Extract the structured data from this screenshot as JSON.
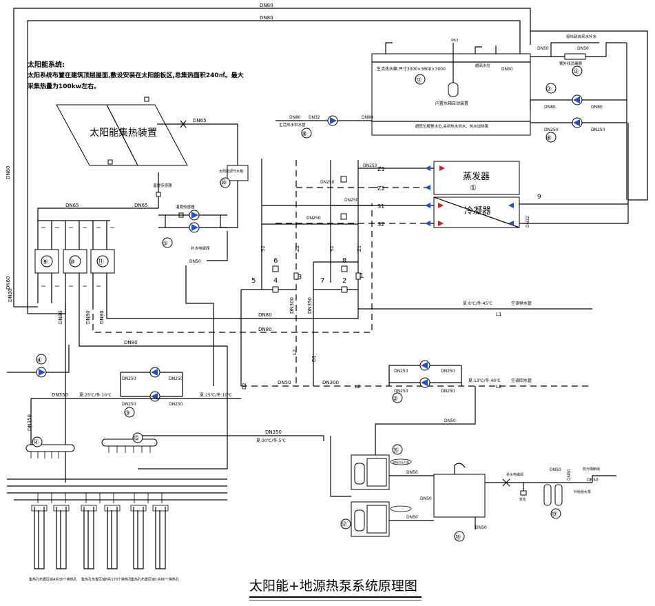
{
  "title": "太阳能+地源热泵系统原理图",
  "solar_note": {
    "heading": "太阳能系统:",
    "line1": "太阳系统布置在建筑顶层屋面,敷设安装在太阳能板区,总集热面积240㎡。最大",
    "line2": "采集热量为100kw左右。"
  },
  "solar_collector": {
    "label": "太阳能集热装置"
  },
  "tank": {
    "label": "生活热水箱 尺寸3000×3600×3000",
    "heater": "内置水箱自动装置",
    "bottom_note": "超低位报警水位,关闭热水供水、热水加热泵",
    "supply_label": "生活热水供水管",
    "top_label": "超高水位",
    "dn50": "DN50"
  },
  "evaporator": {
    "label": "蒸发器",
    "num": "①"
  },
  "condenser": {
    "label": "冷凝器",
    "num": "9"
  },
  "component_numbers": {
    "n1": "①",
    "n2": "②",
    "n3": "③",
    "n4": "④",
    "n5": "⑤",
    "n6": "⑥",
    "n7": "⑦",
    "n8": "⑧",
    "n9": "⑨",
    "n10": "⑩",
    "n11": "⑪",
    "n12": "⑫",
    "n13": "⑬",
    "n14": "⑭",
    "n15": "⑮",
    "n16": "⑯",
    "n17": "⑰",
    "n18": "⑱",
    "n19": "⑲",
    "n20": "⑳"
  },
  "pipe_labels": {
    "dn80": "DN80",
    "dn65": "DN65",
    "dn250": "DN250",
    "dn50": "DN50",
    "dn300": "DN300",
    "dn350": "DN350",
    "dn32": "DN32"
  },
  "line_ids": {
    "z1": "Z1",
    "z2": "Z2",
    "s1": "S1",
    "s2": "S2",
    "l1": "L1",
    "l2": "L2",
    "d1": "D1",
    "d2": "D2"
  },
  "valve_numbers": [
    "1",
    "2",
    "3",
    "4",
    "5",
    "6",
    "7",
    "8",
    "9"
  ],
  "temps": {
    "ac_supply": "夏:6℃/冬:45℃",
    "ac_return": "夏:13℃/冬:40℃",
    "ground_out": "夏:25℃/冬:10℃",
    "ground_mid": "夏:25℃/冬:10℃",
    "ground_return": "夏:30℃/冬:5℃"
  },
  "annotations": {
    "ac_supply_pipe": "空调供水管",
    "ac_return_pipe": "空调回水管",
    "temp_sensor": "温度传感器",
    "temp_sensor2": "温度传感器",
    "makeup_valve": "补水电磁阀",
    "makeup_valve2": "补水电磁阀",
    "solar_makeup": "太阳能调节水箱",
    "softener": "软化",
    "makeup_pump_label": "补给给水泵",
    "backflow": "防污隔断阀",
    "uv": "紫外线消毒器",
    "roof_makeup": "接市政自来水补水",
    "well_left": "集热孔布置区域A共30个换热孔",
    "well_mid": "集热孔布置区域B共170个换热孔",
    "well_right": "集热孔布置区域C共60个换热孔",
    "tank_sensor": "电接点压力表",
    "supply_pipe_top": "Φ63"
  }
}
